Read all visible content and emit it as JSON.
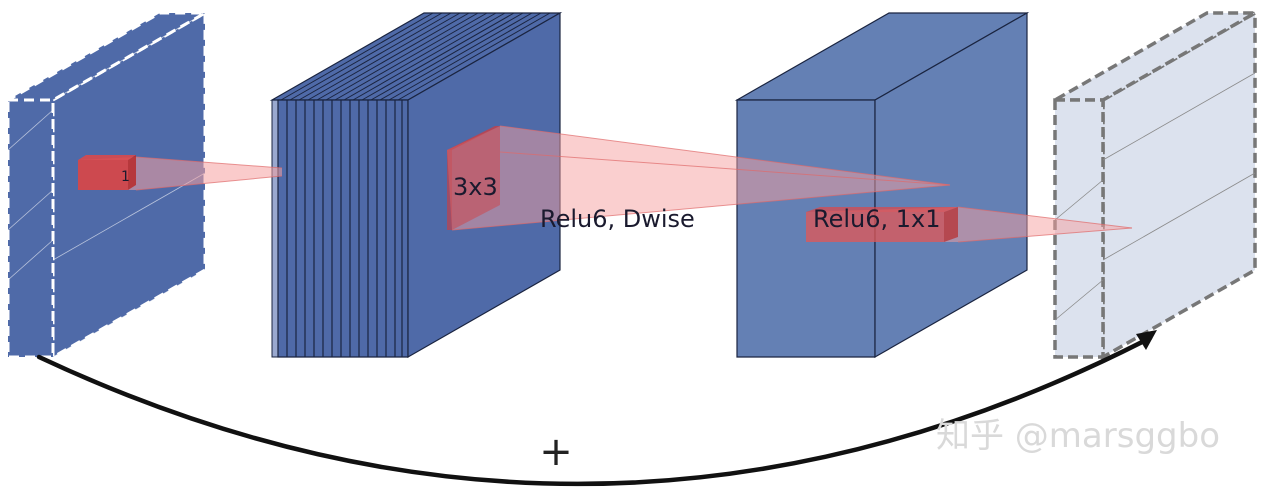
{
  "labels": {
    "input_kernel": "1",
    "dwise_kernel": "3x3",
    "dwise_op": "Relu6, Dwise",
    "pointwise_op": "Relu6, 1x1",
    "residual_add": "+"
  },
  "watermark": "知乎 @marsggbo",
  "colors": {
    "tensor_blue": "#4f6aa8",
    "tensor_blue_light": "#6480b4",
    "output_tensor": "#dce2ee",
    "kernel_red": "#d63a3a",
    "projection_pink": "#f6a0a0",
    "arrow": "#111111"
  }
}
